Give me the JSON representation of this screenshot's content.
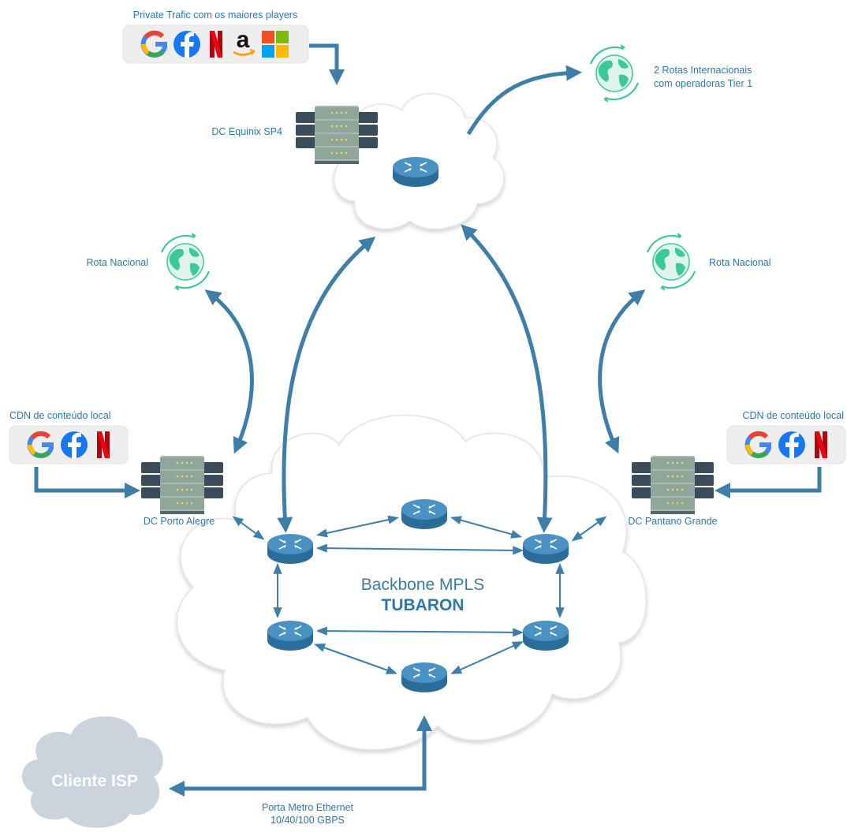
{
  "labels": {
    "private_traffic": "Private Trafic com os maiores players",
    "dc_equinix": "DC Equinix SP4",
    "intl_routes_line1": "2 Rotas Internacionais",
    "intl_routes_line2": "com operadoras Tier 1",
    "rota_nacional_left": "Rota Nacional",
    "rota_nacional_right": "Rota Nacional",
    "cdn_left": "CDN de conteúdo local",
    "cdn_right": "CDN de conteúdo local",
    "dc_porto_alegre": "DC Porto Alegre",
    "dc_pantano_grande": "DC Pantano Grande",
    "backbone_line1": "Backbone MPLS",
    "backbone_line2": "TUBARON",
    "cliente": "Cliente ISP",
    "porta_line1": "Porta Metro Ethernet",
    "porta_line2": "10/40/100 GBPS"
  },
  "logos": {
    "top_row": [
      "google-logo",
      "facebook-logo",
      "netflix-logo",
      "amazon-logo",
      "microsoft-logo"
    ],
    "cdn_row": [
      "google-logo",
      "facebook-logo",
      "netflix-logo"
    ]
  },
  "colors": {
    "accent": "#3e7ea9",
    "text": "#2f78a6",
    "router": "#3d86b8",
    "cloud_fill": "#ffffff",
    "cloud_stroke": "#e4e4e4",
    "cliente_cloud": "#cbd3dd",
    "globe": "#3cc99a"
  }
}
